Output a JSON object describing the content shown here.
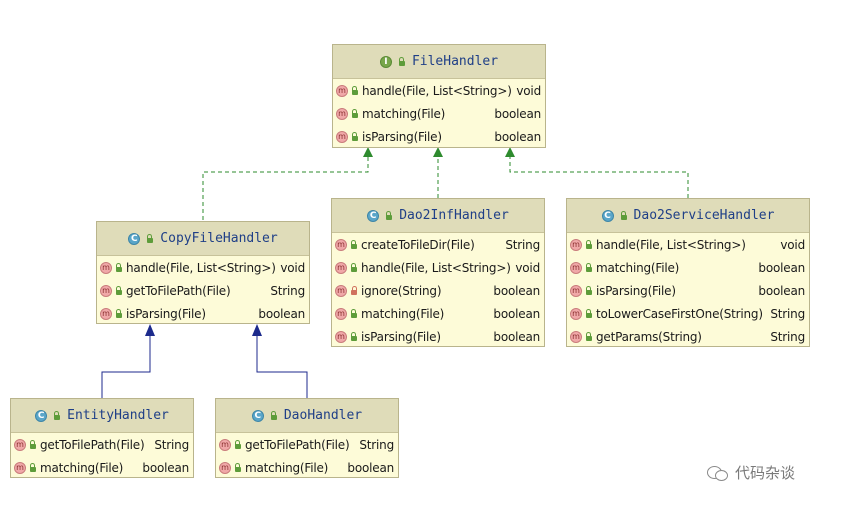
{
  "classes": {
    "filehandler": {
      "name": "FileHandler",
      "kind_icon": "interface-icon",
      "kind_letter": "I",
      "methods": [
        {
          "sig": "handle(File, List<String>)",
          "ret": "void",
          "vis": "public"
        },
        {
          "sig": "matching(File)",
          "ret": "boolean",
          "vis": "public"
        },
        {
          "sig": "isParsing(File)",
          "ret": "boolean",
          "vis": "public"
        }
      ]
    },
    "copyfilehandler": {
      "name": "CopyFileHandler",
      "kind_icon": "class-icon",
      "kind_letter": "C",
      "methods": [
        {
          "sig": "handle(File, List<String>)",
          "ret": "void",
          "vis": "public"
        },
        {
          "sig": "getToFilePath(File)",
          "ret": "String",
          "vis": "public"
        },
        {
          "sig": "isParsing(File)",
          "ret": "boolean",
          "vis": "public"
        }
      ]
    },
    "dao2infhandler": {
      "name": "Dao2InfHandler",
      "kind_icon": "class-icon",
      "kind_letter": "C",
      "methods": [
        {
          "sig": "createToFileDir(File)",
          "ret": "String",
          "vis": "public"
        },
        {
          "sig": "handle(File, List<String>)",
          "ret": "void",
          "vis": "public"
        },
        {
          "sig": "ignore(String)",
          "ret": "boolean",
          "vis": "private"
        },
        {
          "sig": "matching(File)",
          "ret": "boolean",
          "vis": "public"
        },
        {
          "sig": "isParsing(File)",
          "ret": "boolean",
          "vis": "public"
        }
      ]
    },
    "dao2servicehandler": {
      "name": "Dao2ServiceHandler",
      "kind_icon": "class-icon",
      "kind_letter": "C",
      "methods": [
        {
          "sig": "handle(File, List<String>)",
          "ret": "void",
          "vis": "public"
        },
        {
          "sig": "matching(File)",
          "ret": "boolean",
          "vis": "public"
        },
        {
          "sig": "isParsing(File)",
          "ret": "boolean",
          "vis": "public"
        },
        {
          "sig": "toLowerCaseFirstOne(String)",
          "ret": "String",
          "vis": "static"
        },
        {
          "sig": "getParams(String)",
          "ret": "String",
          "vis": "static"
        }
      ]
    },
    "entityhandler": {
      "name": "EntityHandler",
      "kind_icon": "class-icon",
      "kind_letter": "C",
      "methods": [
        {
          "sig": "getToFilePath(File)",
          "ret": "String",
          "vis": "public"
        },
        {
          "sig": "matching(File)",
          "ret": "boolean",
          "vis": "public"
        }
      ]
    },
    "daohandler": {
      "name": "DaoHandler",
      "kind_icon": "class-icon",
      "kind_letter": "C",
      "methods": [
        {
          "sig": "getToFilePath(File)",
          "ret": "String",
          "vis": "public"
        },
        {
          "sig": "matching(File)",
          "ret": "boolean",
          "vis": "public"
        }
      ]
    }
  },
  "method_icon_letter": "m",
  "colors": {
    "implements_edge": "#2e8b2e",
    "extends_edge": "#1c2a8c",
    "box_fill": "#fdfbd8",
    "header_fill": "#dfdcb9",
    "title_text": "#1f3f87"
  },
  "watermark": {
    "text": "代码杂谈",
    "icon": "wechat-icon"
  }
}
